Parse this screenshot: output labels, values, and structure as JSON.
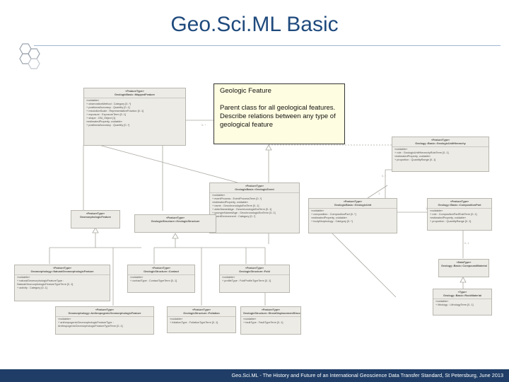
{
  "slide": {
    "title": "Geo.Sci.ML Basic",
    "footer": "Geo.Sci.ML - The History and Future of an International Geoscience Data Transfer Standard, St Petersburg, June 2013"
  },
  "note": {
    "heading": "Geologic Feature",
    "body": "Parent class for all geological features. Describe relations between any type of geological feature"
  },
  "classes": [
    {
      "stereotype": "«FeatureType»",
      "name": "GeologicBasic::MappedFeature",
      "attributes": [
        "«voidable»",
        "+ observationMethod : Category [0..*]",
        "+ positionalAccuracy : Quantity [0..1]",
        "+ resolutionScale : RepresentativeFraction [0..1]",
        "+ exposure : ExposureTerm [0..1]",
        "+ shape : GM_Object [1]",
        "«estimatedProperty, voidable»",
        "+ positionalAccuracy : Quantity [0..*]"
      ]
    },
    {
      "stereotype": "«FeatureType»",
      "name": "GeologicBasic::GeologicUnit",
      "attributes": [
        "«voidable»",
        "+ composition : CompositionPart [0..*]",
        "«estimatedProperty, voidable»",
        "+ bodyMorphology : Category [0..*]"
      ]
    },
    {
      "stereotype": "«FeatureType»",
      "name": "Geology::Basic::GeologicUnitHierarchy",
      "attributes": [
        "«voidable»",
        "+ role : GeologicUnitHierarchyRoleTerm [0..1]",
        "«estimatedProperty, voidable»",
        "+ proportion : QuantityRange [0..1]"
      ]
    },
    {
      "stereotype": "«FeatureType»",
      "name": "GeologicBasic::GeologicEvent",
      "attributes": [
        "«voidable»",
        "+ eventProcess : EventProcessTerm [0..*]",
        "«estimatedProperty, voidable»",
        "+ name : GeochronologicEraTerm [0..1]",
        "+ olderNamedAge : GeochronologicEraTerm [0..1]",
        "+ youngerNamedAge : GeochronologicEraTerm [0..1]",
        "+ eventEnvironment : Category [0..*]"
      ]
    },
    {
      "stereotype": "«FeatureType»",
      "name": "Geology::Basic::CompositionPart",
      "attributes": [
        "«voidable»",
        "+ role : CompositionPartRoleTerm [0..1]",
        "«estimatedProperty, voidable»",
        "+ proportion : QuantityRange [0..1]"
      ]
    },
    {
      "stereotype": "«FeatureType»",
      "name": "GeomorphologicFeature",
      "attributes": []
    },
    {
      "stereotype": "«FeatureType»",
      "name": "GeologicStructure::GeologicStructure",
      "attributes": []
    },
    {
      "stereotype": "«FeatureType»",
      "name": "Geomorphology::NaturalGeomorphologicFeature",
      "attributes": [
        "«voidable»",
        "+ naturalGeomorphologicFeatureType : NaturalGeomorphologicFeatureTypeTerm [0..1]",
        "+ activity : Category [0..1]"
      ]
    },
    {
      "stereotype": "«FeatureType»",
      "name": "GeologicStructure::Contact",
      "attributes": [
        "«voidable»",
        "+ contactType : ContactTypeTerm [0..1]"
      ]
    },
    {
      "stereotype": "«FeatureType»",
      "name": "GeologicStructure::Fold",
      "attributes": [
        "«voidable»",
        "+ profileType : FoldProfileTypeTerm [0..1]"
      ]
    },
    {
      "stereotype": "«DataType»",
      "name": "Geology::Basic::CompoundMaterial",
      "attributes": []
    },
    {
      "stereotype": "«Type»",
      "name": "Geology::Basic::RockMaterial",
      "attributes": [
        "«voidable»",
        "+ lithology : LithologyTerm [0..1]"
      ]
    },
    {
      "stereotype": "«FeatureType»",
      "name": "Geomorphology::AnthropogenicGeomorphologicFeature",
      "attributes": [
        "«voidable»",
        "+ anthropogenicGeomorphologicFeatureType : AnthropogenicGeomorphologicFeatureTypeTerm [0..1]"
      ]
    },
    {
      "stereotype": "«FeatureType»",
      "name": "GeologicStructure::Foliation",
      "attributes": [
        "«voidable»",
        "+ foliationType : FoliationTypeTerm [0..1]"
      ]
    },
    {
      "stereotype": "«FeatureType»",
      "name": "GeologicStructure::ShearDisplacementStructure",
      "attributes": [
        "«voidable»",
        "+ faultType : FaultTypeTerm [0..1]"
      ]
    }
  ]
}
